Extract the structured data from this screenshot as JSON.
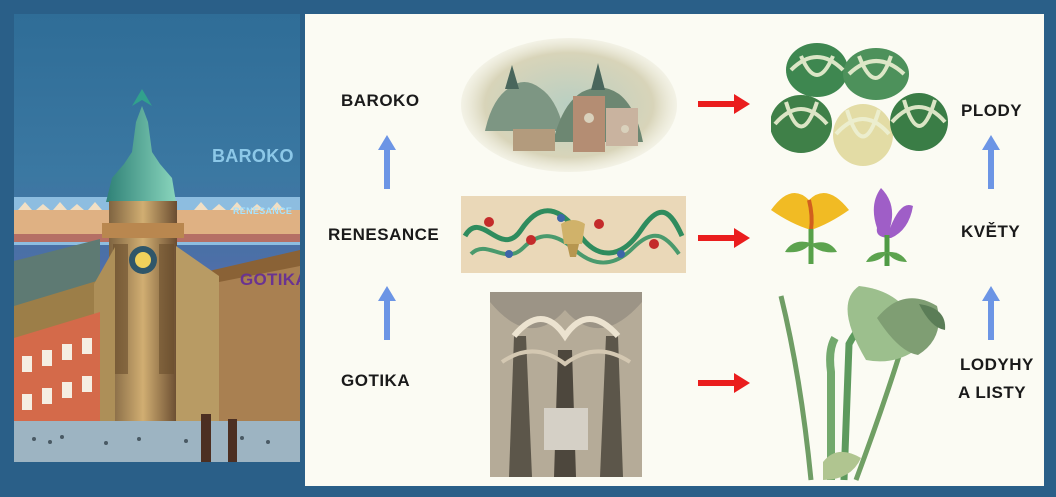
{
  "left_panel": {
    "labels": [
      "BAROKO",
      "RENESANCE",
      "GOTIKA"
    ]
  },
  "main": {
    "styles": [
      "BAROKO",
      "RENESANCE",
      "GOTIKA"
    ],
    "plant_parts": [
      "PLODY",
      "KVĚTY",
      "LODYHY",
      "A LISTY"
    ]
  },
  "colors": {
    "frame": "#2a5f88",
    "main_background": "#fbfbf3",
    "up_arrow": "#6c95e5",
    "red_arrow": "#ea1d1d",
    "gotika_left": "#6a3391"
  }
}
